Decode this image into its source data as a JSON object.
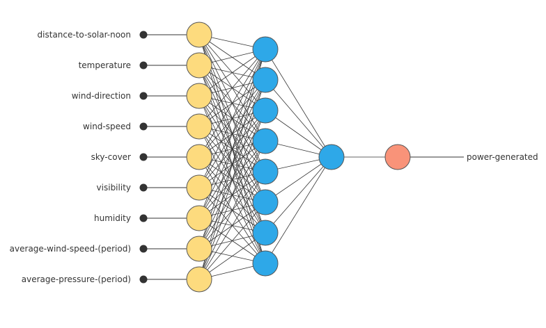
{
  "inputs": [
    "distance-to-solar-noon",
    "temperature",
    "wind-direction",
    "wind-speed",
    "sky-cover",
    "visibility",
    "humidity",
    "average-wind-speed-(period)",
    "average-pressure-(period)"
  ],
  "output": "power-generated",
  "layers": {
    "input_neurons": 9,
    "hidden_neurons": 8,
    "bottleneck_neurons": 1,
    "output_neurons": 1
  },
  "colors": {
    "input_dot": "#333333",
    "input_neuron": "#fddb7e",
    "hidden_neuron": "#2ea8e8",
    "output_neuron": "#f99379",
    "edge": "#333333",
    "label": "#333333"
  }
}
